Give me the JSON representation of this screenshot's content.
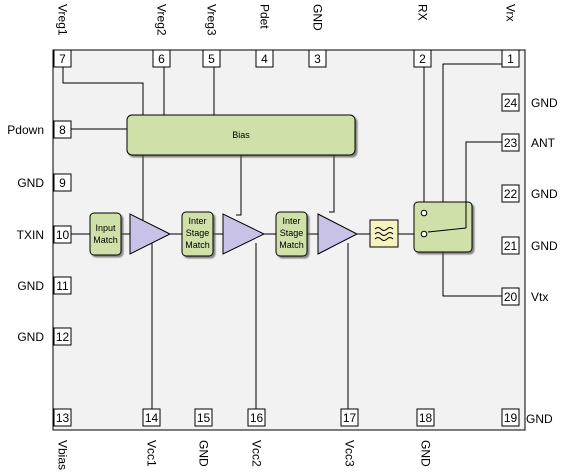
{
  "top_pins": [
    {
      "num": "7",
      "label": "Vreg1"
    },
    {
      "num": "6",
      "label": "Vreg2"
    },
    {
      "num": "5",
      "label": "Vreg3"
    },
    {
      "num": "4",
      "label": "Pdet"
    },
    {
      "num": "3",
      "label": "GND"
    },
    {
      "num": "2",
      "label": "RX"
    },
    {
      "num": "1",
      "label": "Vrx"
    }
  ],
  "left_pins": [
    {
      "num": "8",
      "label": "Pdown"
    },
    {
      "num": "9",
      "label": "GND"
    },
    {
      "num": "10",
      "label": "TXIN"
    },
    {
      "num": "11",
      "label": "GND"
    },
    {
      "num": "12",
      "label": "GND"
    }
  ],
  "right_pins": [
    {
      "num": "24",
      "label": "GND"
    },
    {
      "num": "23",
      "label": "ANT"
    },
    {
      "num": "22",
      "label": "GND"
    },
    {
      "num": "21",
      "label": "GND"
    },
    {
      "num": "20",
      "label": "Vtx"
    }
  ],
  "bottom_pins": [
    {
      "num": "13",
      "label": "Vbias"
    },
    {
      "num": "14",
      "label": "Vcc1"
    },
    {
      "num": "15",
      "label": "GND"
    },
    {
      "num": "16",
      "label": "Vcc2"
    },
    {
      "num": "17",
      "label": "Vcc3"
    },
    {
      "num": "18",
      "label": "GND"
    },
    {
      "num": "19",
      "label": "GND"
    }
  ],
  "blocks": {
    "bias": "Bias",
    "input_match": [
      "Input",
      "Match"
    ],
    "inter_stage_1": [
      "Inter",
      "Stage",
      "Match"
    ],
    "inter_stage_2": [
      "Inter",
      "Stage",
      "Match"
    ]
  },
  "colors": {
    "block_fill": "#cfe0a8",
    "amp_fill": "#c7c2e6",
    "filter_fill": "#f7f3c0",
    "chip_fill": "#f2f2f2"
  }
}
